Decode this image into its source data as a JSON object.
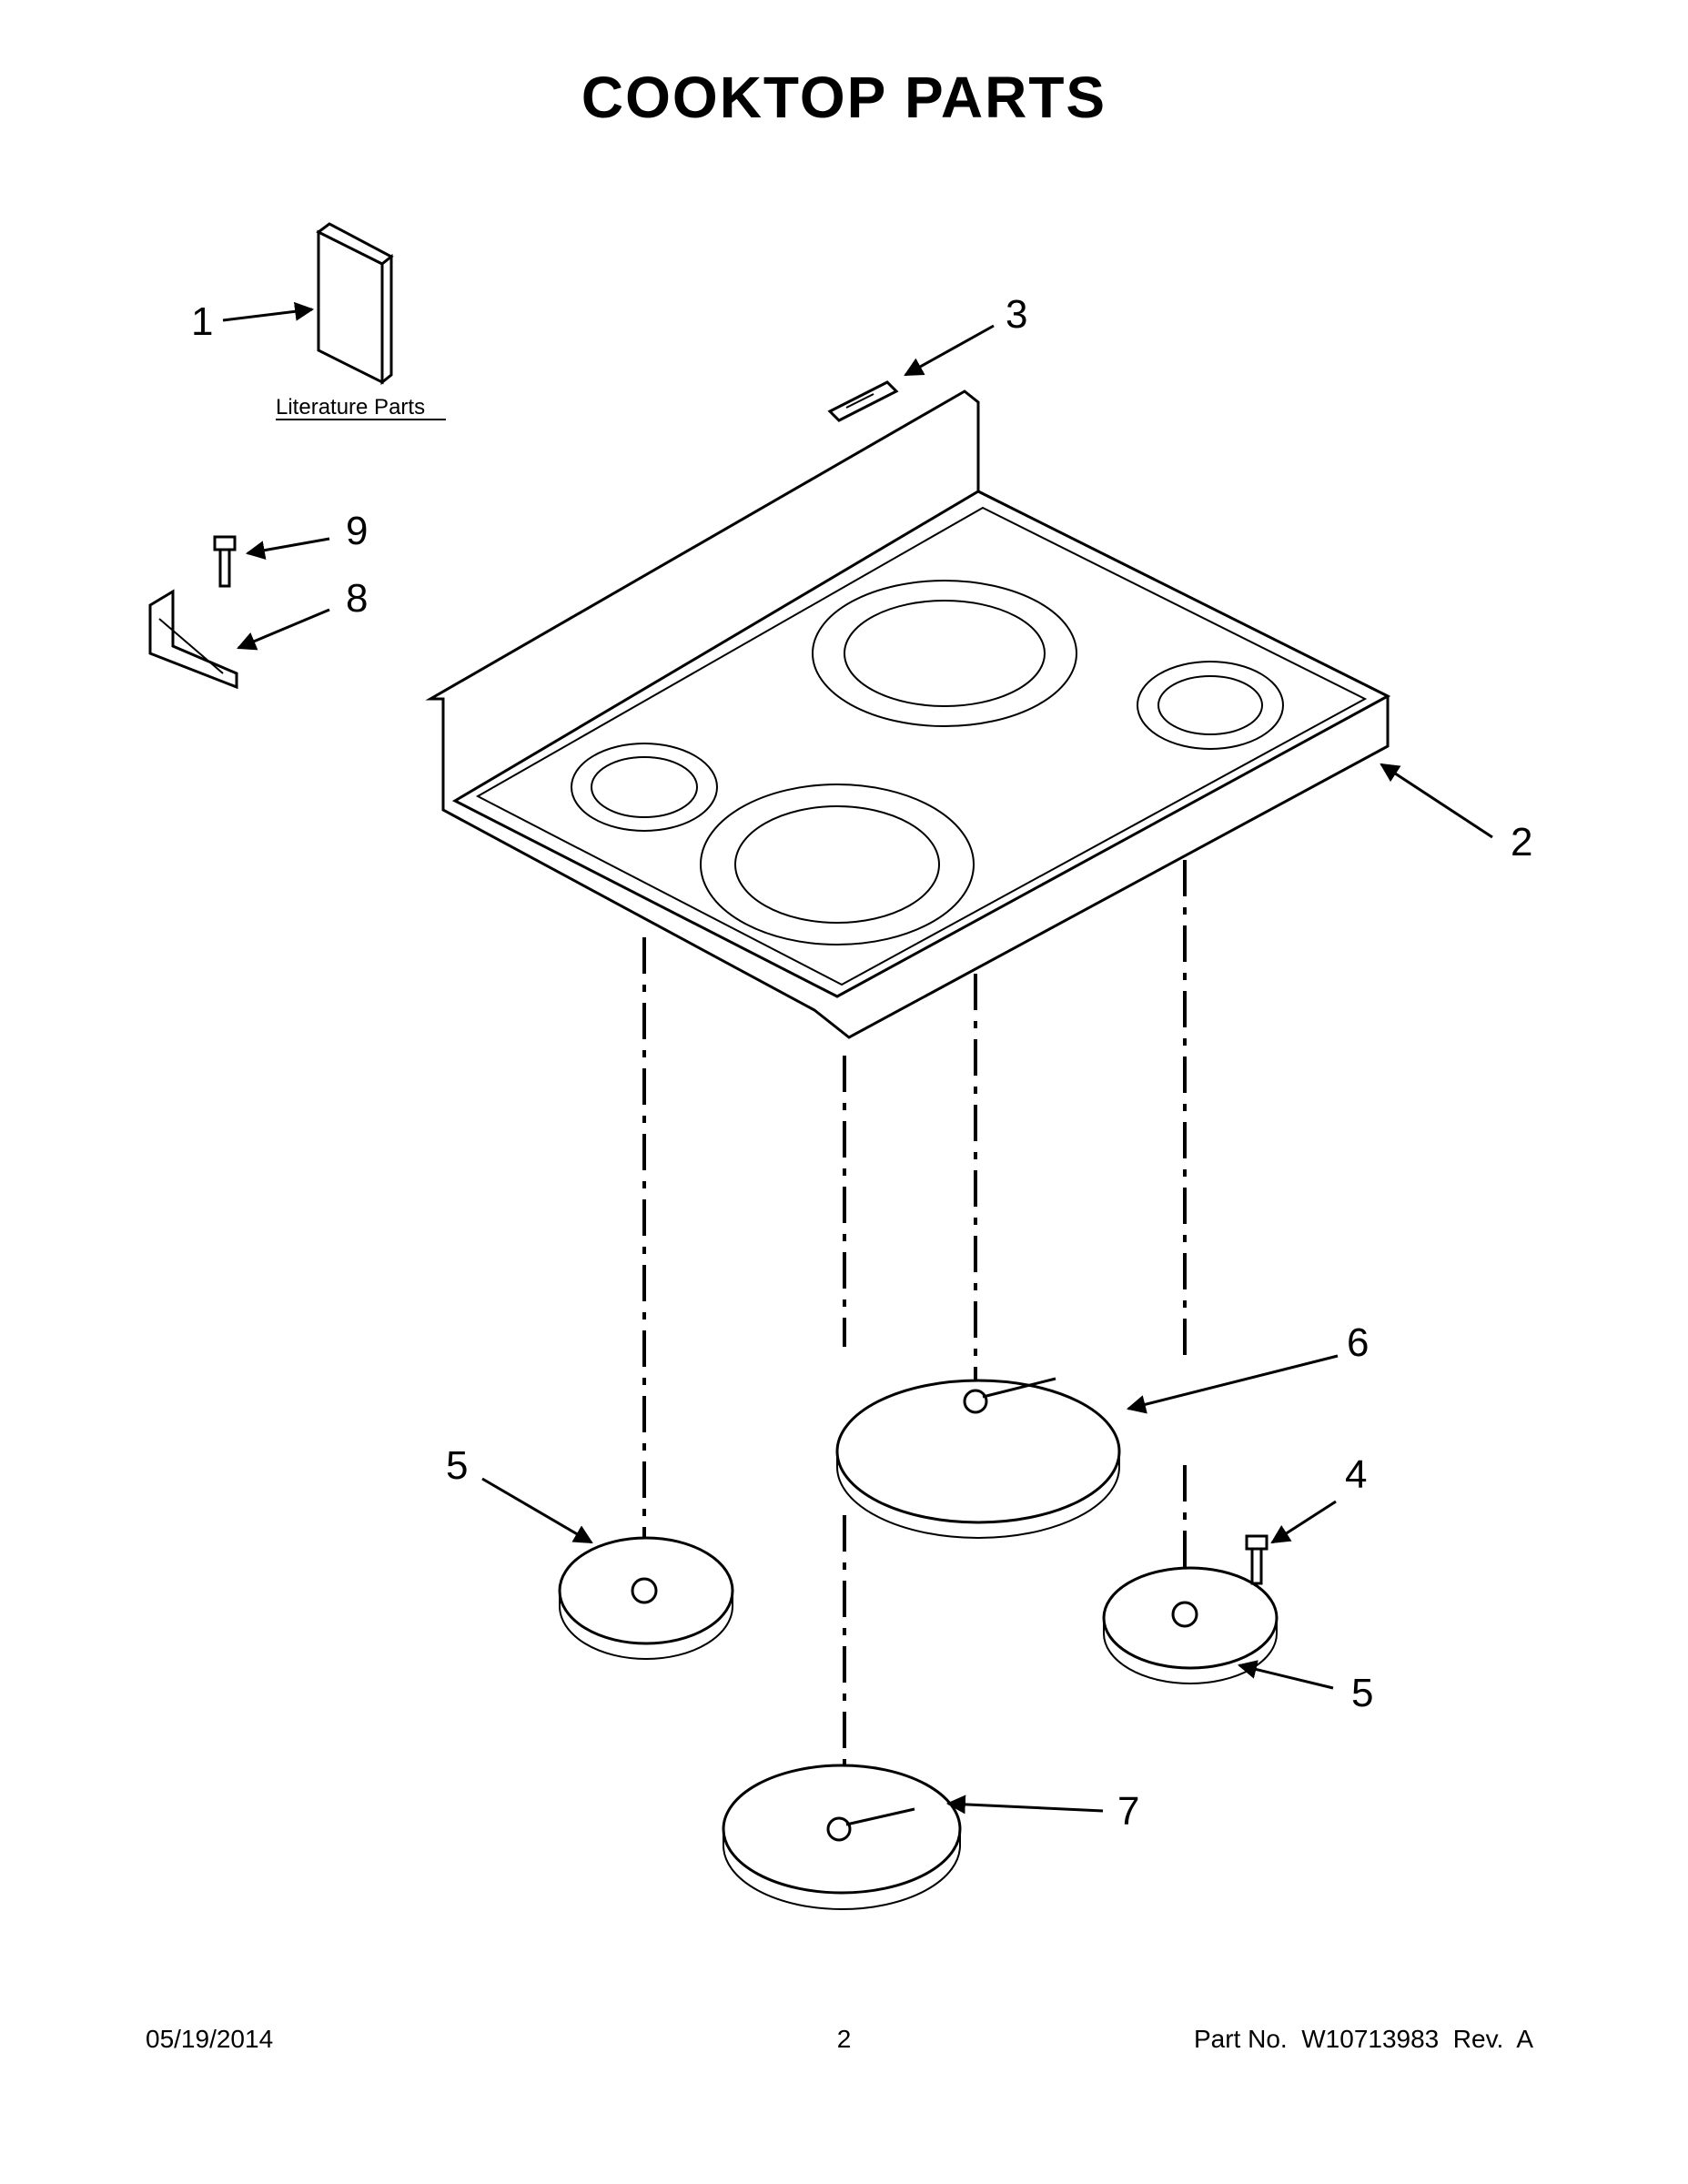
{
  "title": "COOKTOP PARTS",
  "literature_label": "Literature Parts",
  "callouts": {
    "c1": "1",
    "c2": "2",
    "c3": "3",
    "c4": "4",
    "c5a": "5",
    "c5b": "5",
    "c6": "6",
    "c7": "7",
    "c8": "8",
    "c9": "9"
  },
  "footer": {
    "date": "05/19/2014",
    "page": "2",
    "part_no": "Part No.  W10713983  Rev.  A"
  }
}
